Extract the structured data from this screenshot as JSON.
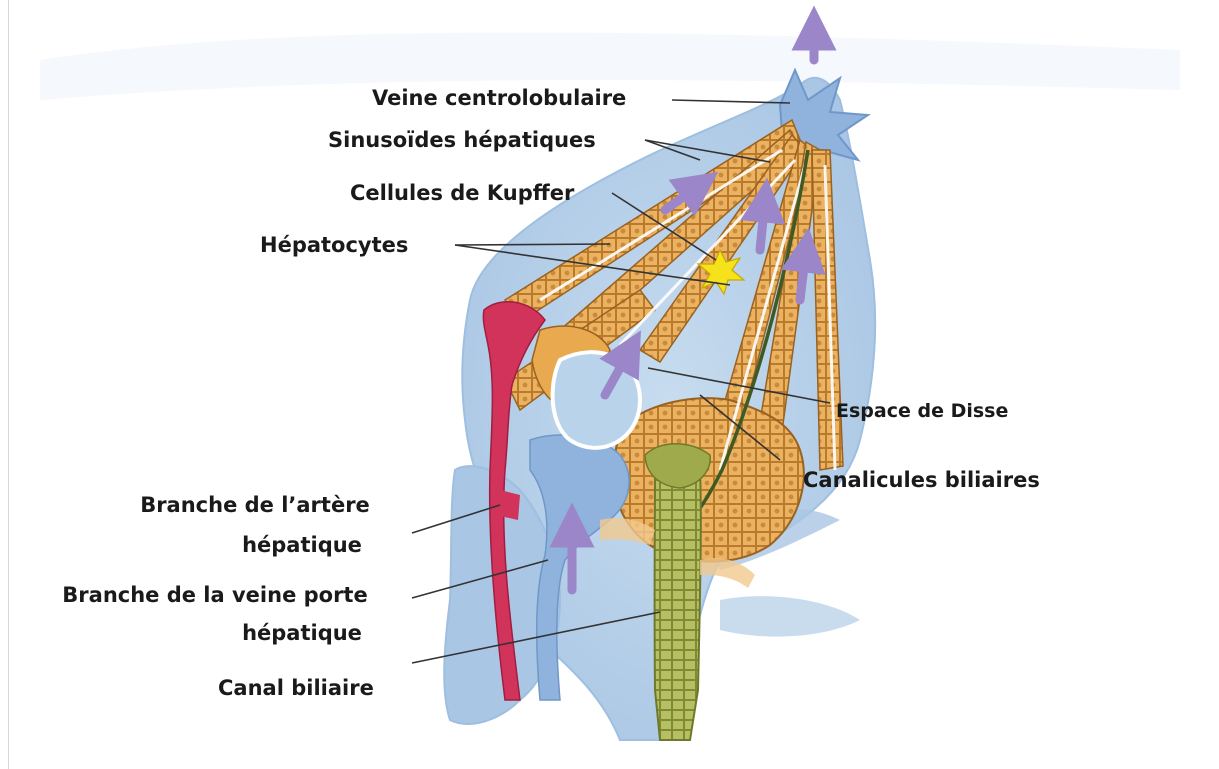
{
  "labels": {
    "veine_centrolobulaire": "Veine centrolobulaire",
    "sinusoides": "Sinusoïdes hépatiques",
    "kupffer": "Cellules de Kupffer",
    "hepatocytes": "Hépatocytes",
    "espace_disse": "Espace de Disse",
    "canalicules": "Canalicules biliaires",
    "artere_line1": "Branche de l’artère",
    "artere_line2": "hépatique",
    "veine_porte_line1": "Branche de la veine porte",
    "veine_porte_line2": "hépatique",
    "canal_biliaire": "Canal biliaire"
  },
  "colors": {
    "background_blue": "#b9d3ea",
    "hepatocyte_orange": "#e9a94e",
    "hepatocyte_light": "#f4cf8f",
    "artery_red": "#d2335a",
    "vein_blue": "#8fb3dc",
    "bile_duct_green": "#a6b25a",
    "arrow_purple": "#9a86c8",
    "kupffer_yellow": "#f5e21a",
    "leader_line": "#333333"
  }
}
